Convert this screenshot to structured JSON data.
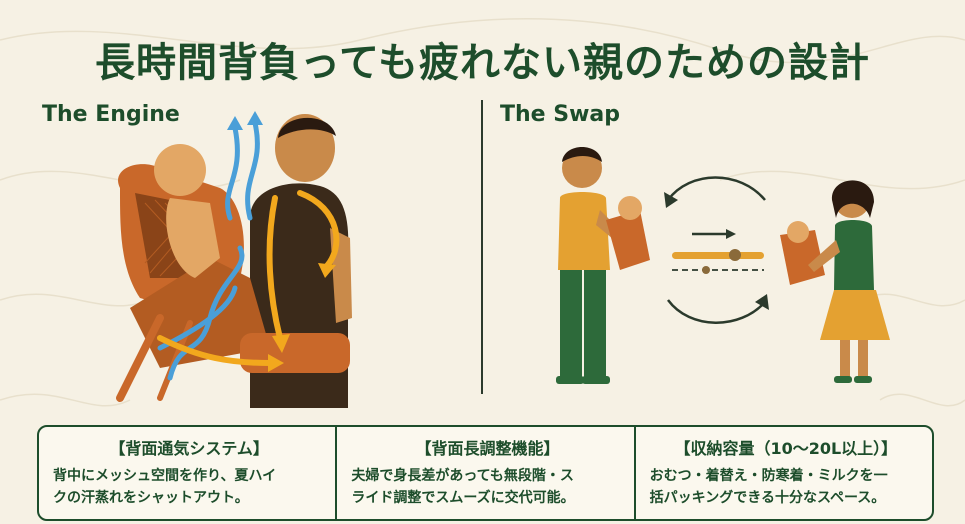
{
  "title": "長時間背負っても疲れない親のための設計",
  "sections": {
    "engine": {
      "label": "The Engine"
    },
    "swap": {
      "label": "The Swap"
    }
  },
  "features": [
    {
      "heading": "【背面通気システム】",
      "lines": [
        "背中にメッシュ空間を作り、夏ハイ",
        "クの汗蒸れをシャットアウト。"
      ]
    },
    {
      "heading": "【背面長調整機能】",
      "lines": [
        "夫婦で身長差があっても無段階・ス",
        "ライド調整でスムーズに交代可能。"
      ]
    },
    {
      "heading": "【収納容量（10〜20L以上）】",
      "lines": [
        "おむつ・着替え・防寒着・ミルクを一",
        "括パッキングできる十分なスペース。"
      ]
    }
  ],
  "colors": {
    "background": "#f6f1e4",
    "title_green": "#1d4d2b",
    "carrier_orange": "#c9682a",
    "airflow_blue": "#4a9fd8",
    "heat_yellow": "#f2a81d",
    "dad_shirt": "#e4a131",
    "dad_pants": "#2d6a3a",
    "mom_top": "#2d6a3a",
    "mom_skirt": "#e4a131"
  }
}
